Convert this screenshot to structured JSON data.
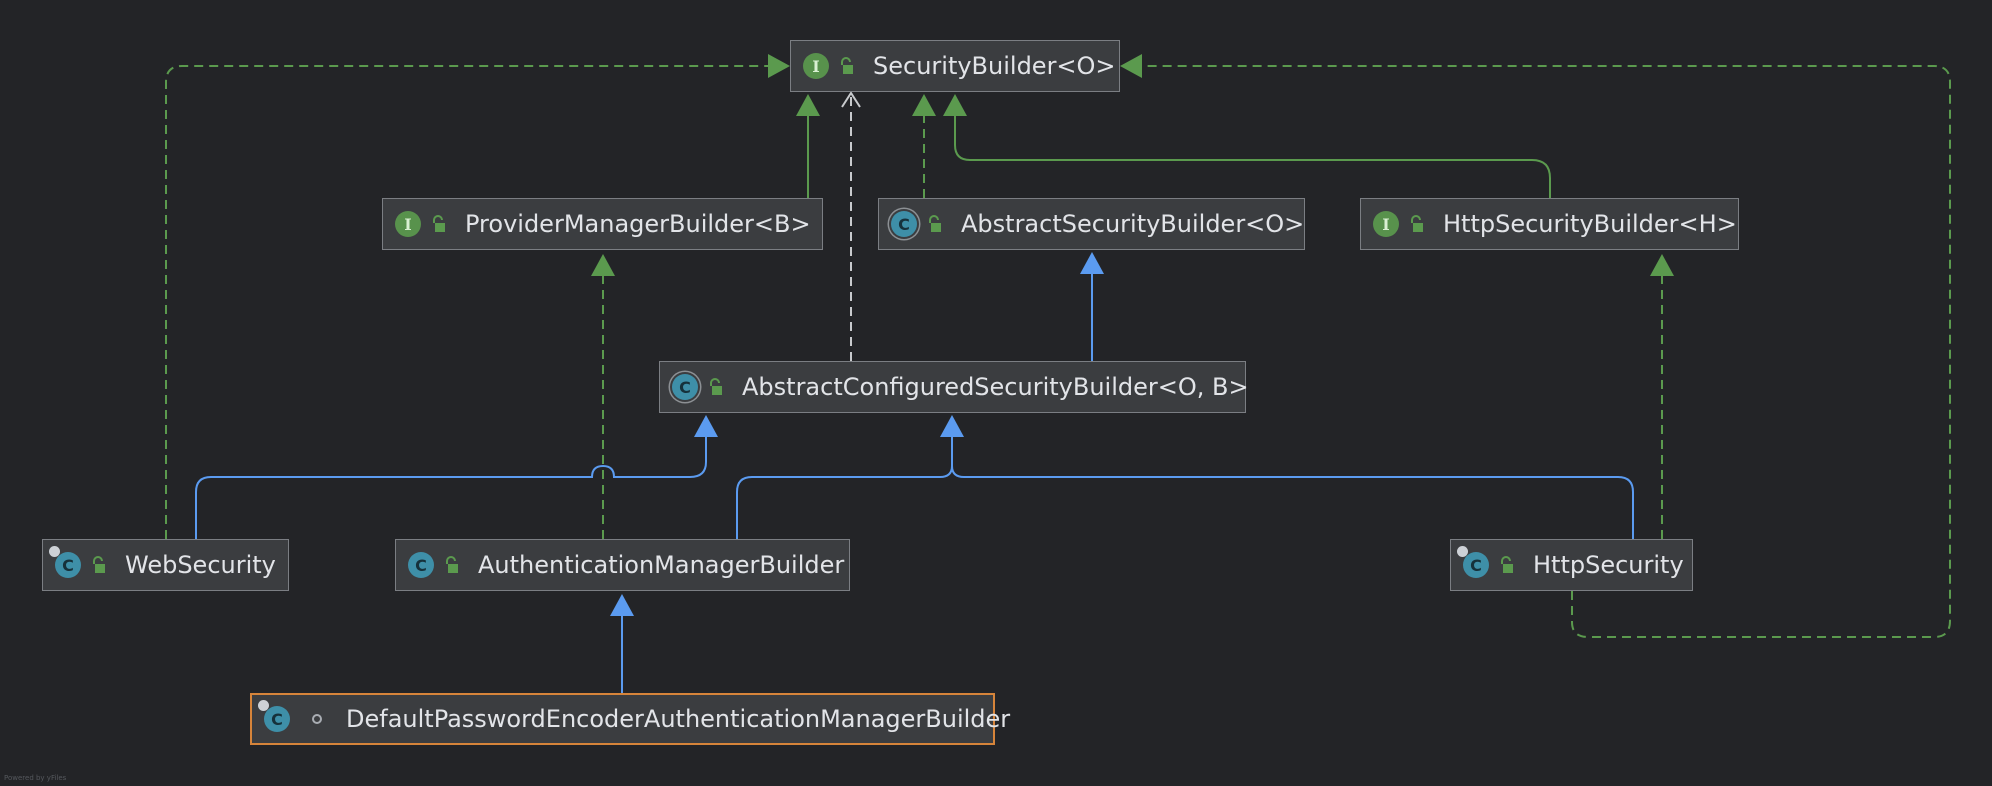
{
  "diagram": {
    "nodes": [
      {
        "id": "security-builder",
        "label": "SecurityBuilder<O>",
        "kind": "I",
        "visibility": "public"
      },
      {
        "id": "provider-manager-builder",
        "label": "ProviderManagerBuilder<B>",
        "kind": "I",
        "visibility": "public"
      },
      {
        "id": "abstract-security-builder",
        "label": "AbstractSecurityBuilder<O>",
        "kind": "C",
        "abstract": true,
        "visibility": "public"
      },
      {
        "id": "http-security-builder",
        "label": "HttpSecurityBuilder<H>",
        "kind": "I",
        "visibility": "public"
      },
      {
        "id": "abstract-configured-security-builder",
        "label": "AbstractConfiguredSecurityBuilder<O, B>",
        "kind": "C",
        "abstract": true,
        "visibility": "public"
      },
      {
        "id": "web-security",
        "label": "WebSecurity",
        "kind": "C",
        "final": true,
        "visibility": "public"
      },
      {
        "id": "authentication-manager-builder",
        "label": "AuthenticationManagerBuilder",
        "kind": "C",
        "visibility": "public"
      },
      {
        "id": "http-security",
        "label": "HttpSecurity",
        "kind": "C",
        "final": true,
        "visibility": "public"
      },
      {
        "id": "default-password-encoder-authentication-manager-builder",
        "label": "DefaultPasswordEncoderAuthenticationManagerBuilder",
        "kind": "C",
        "static": true,
        "visibility": "package",
        "highlight": true
      }
    ],
    "edges": [
      {
        "from": "provider-manager-builder",
        "to": "security-builder",
        "type": "extends"
      },
      {
        "from": "abstract-security-builder",
        "to": "security-builder",
        "type": "implements"
      },
      {
        "from": "http-security-builder",
        "to": "security-builder",
        "type": "extends"
      },
      {
        "from": "abstract-configured-security-builder",
        "to": "security-builder",
        "type": "dependency"
      },
      {
        "from": "abstract-configured-security-builder",
        "to": "abstract-security-builder",
        "type": "inherits"
      },
      {
        "from": "web-security",
        "to": "security-builder",
        "type": "implements"
      },
      {
        "from": "web-security",
        "to": "abstract-configured-security-builder",
        "type": "inherits"
      },
      {
        "from": "authentication-manager-builder",
        "to": "provider-manager-builder",
        "type": "implements"
      },
      {
        "from": "authentication-manager-builder",
        "to": "abstract-configured-security-builder",
        "type": "inherits"
      },
      {
        "from": "http-security",
        "to": "abstract-configured-security-builder",
        "type": "inherits"
      },
      {
        "from": "http-security",
        "to": "http-security-builder",
        "type": "implements"
      },
      {
        "from": "http-security",
        "to": "security-builder",
        "type": "implements"
      },
      {
        "from": "default-password-encoder-authentication-manager-builder",
        "to": "authentication-manager-builder",
        "type": "inherits"
      }
    ],
    "colors": {
      "background": "#232427",
      "inherits": "#5b9bf0",
      "implements": "#5b9a4e",
      "dependency": "#c8cacd",
      "interface_badge": "#58924c",
      "class_badge": "#3e8fa8",
      "highlight_border": "#d6843a"
    },
    "footer": "Powered by yFiles"
  }
}
